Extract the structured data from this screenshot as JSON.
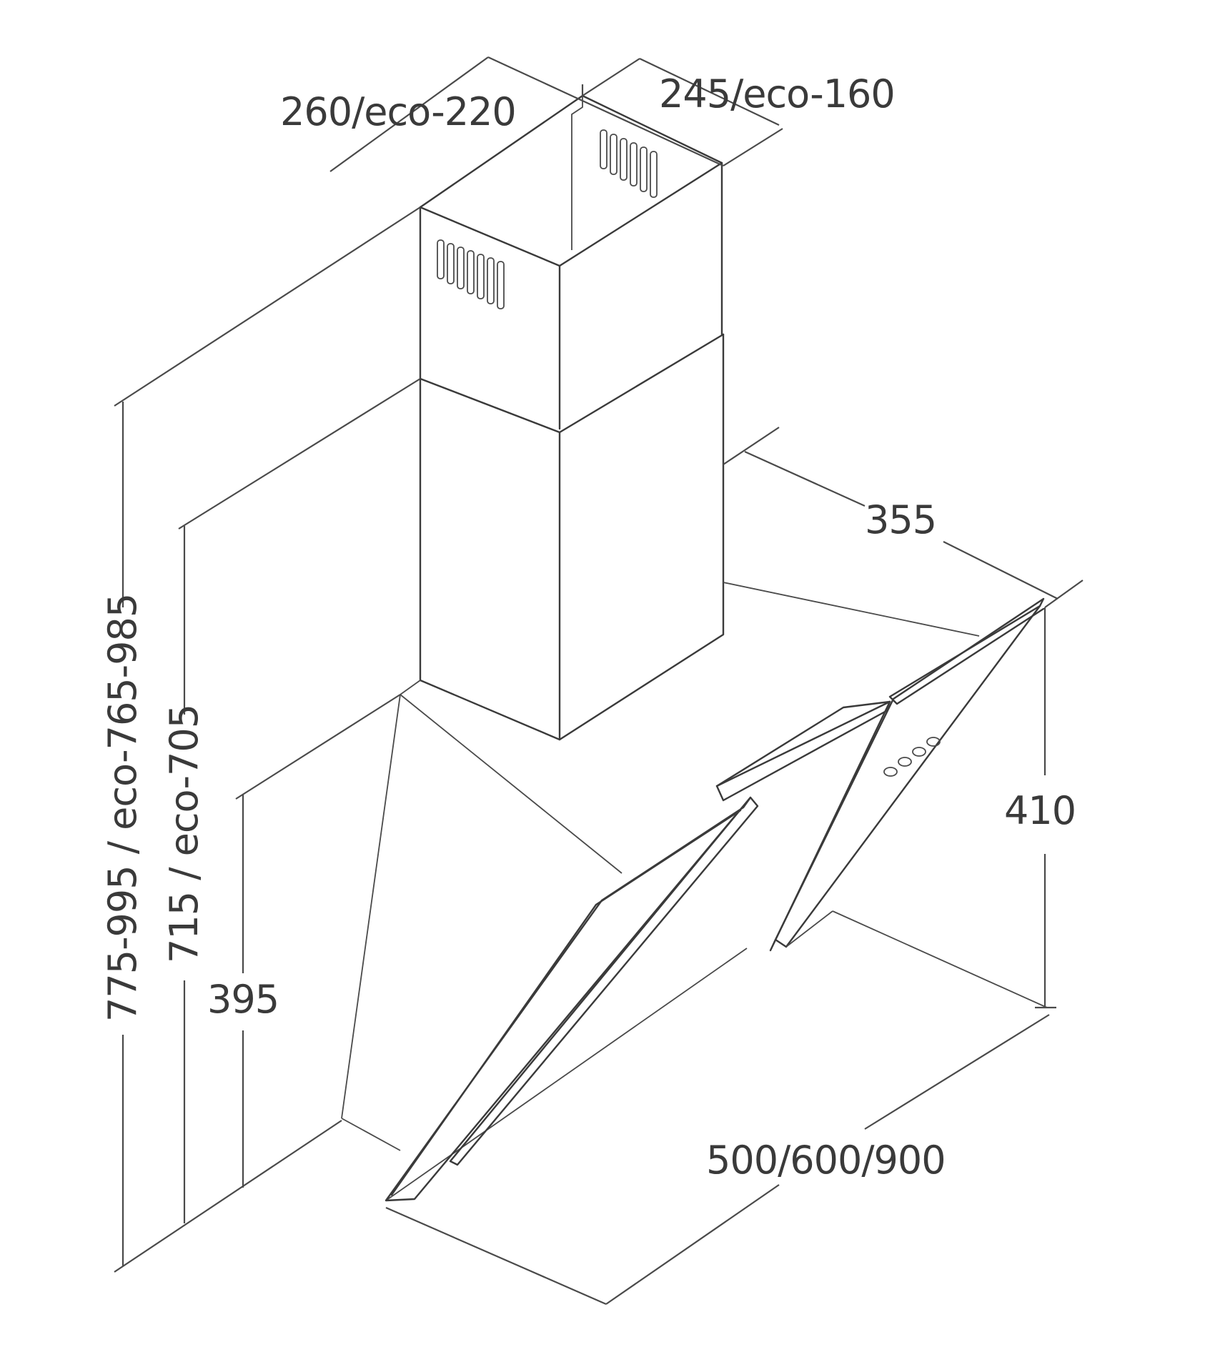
{
  "dimensions": {
    "chimney_width": "260/eco-220",
    "chimney_depth": "245/eco-160",
    "hood_depth": "355",
    "hood_height": "410",
    "hood_width": "500/600/900",
    "total_height": "775-995 / eco-765-985",
    "height_mid": "715 / eco-705",
    "height_low": "395"
  }
}
